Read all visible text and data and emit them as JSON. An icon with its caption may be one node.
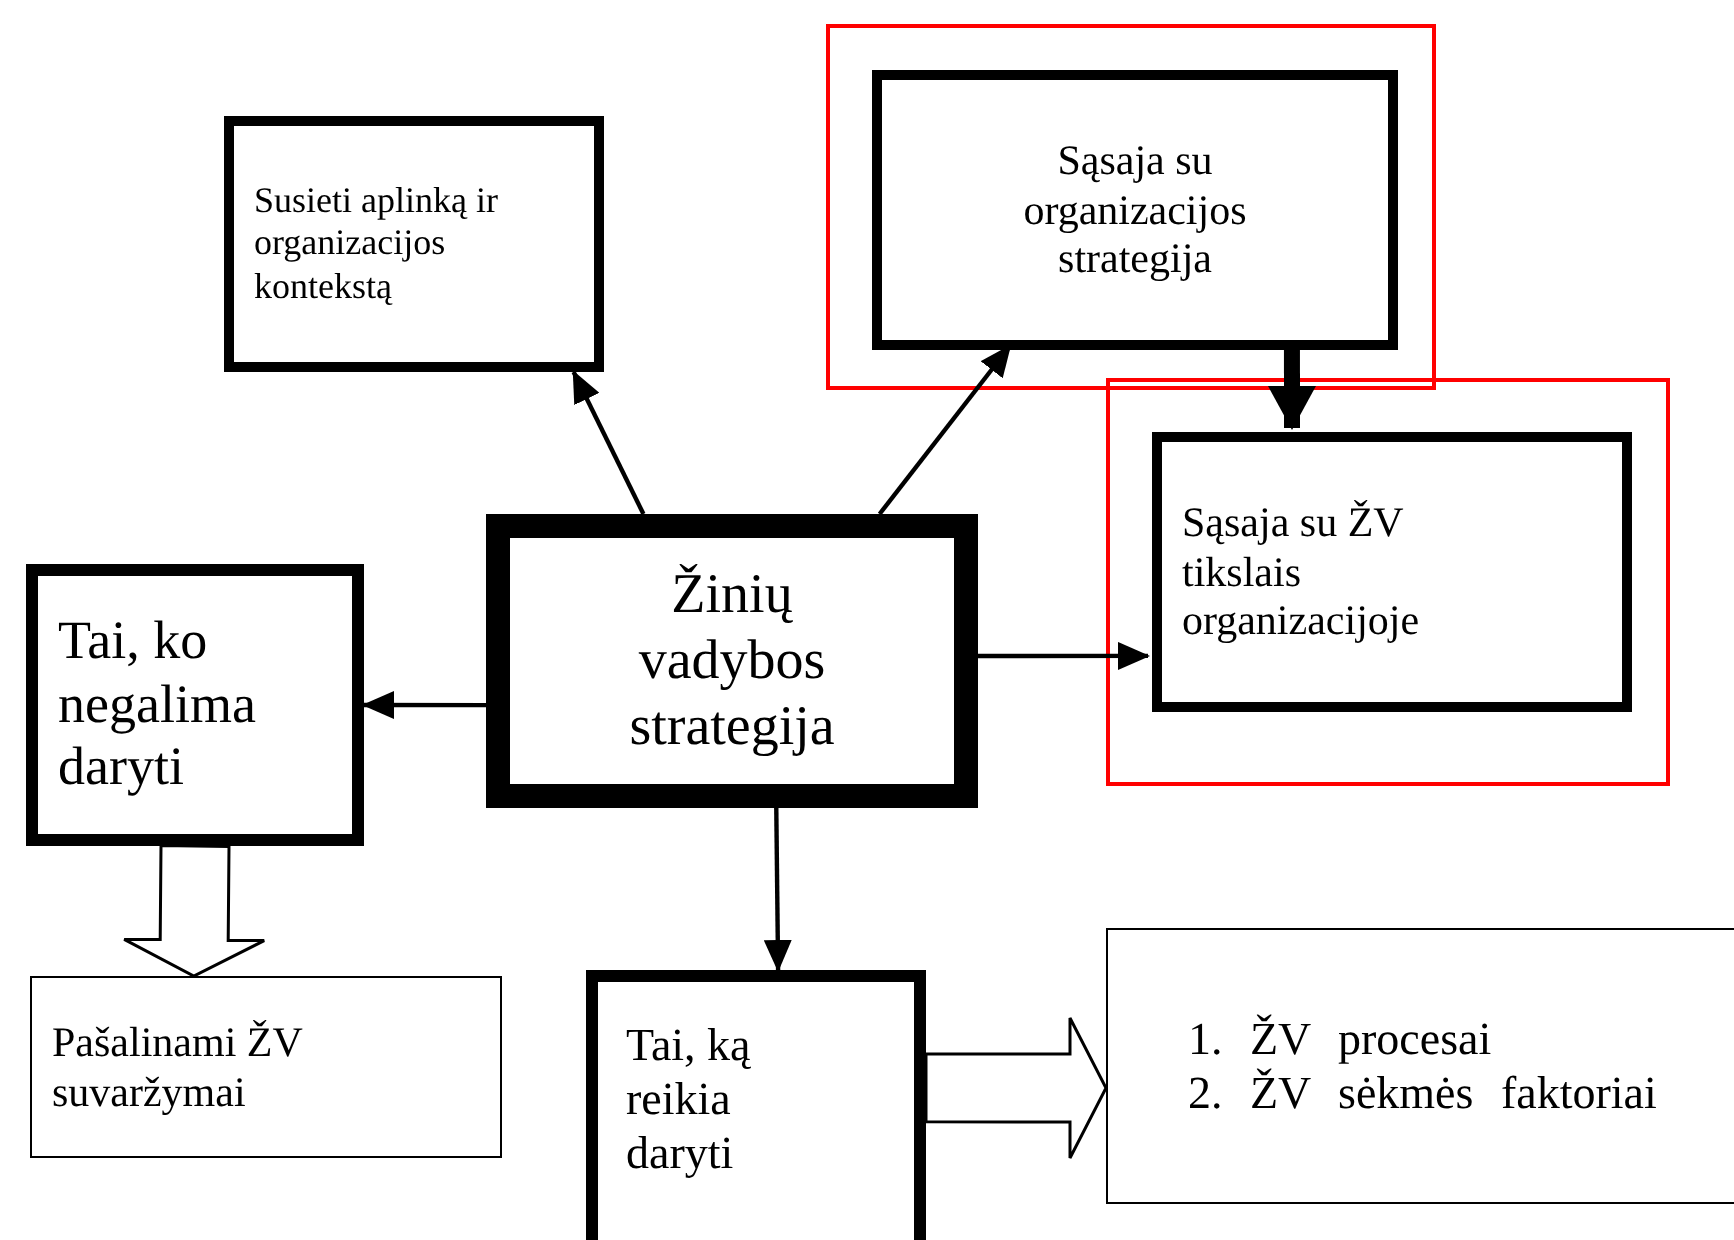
{
  "diagram": {
    "nodes": [
      {
        "text": [
          "Susieti aplinką ir organizacijos kontekstą"
        ]
      },
      {
        "text": [],
        "shape": "box"
      },
      {
        "text": [
          "Sąsaja su organizacijos strategija"
        ],
        "in": 1
      },
      {
        "text": [],
        "shape": "box"
      },
      {
        "text": [
          "Sąsaja su ŽV tikslais organizacijoje"
        ],
        "in": 3
      },
      {
        "text": [
          "Tai, ko negalima daryti"
        ]
      },
      {
        "text": [
          "Žinių vadybos strategija"
        ]
      },
      {
        "text": [
          "Pašalinami ŽV suvaržymai"
        ]
      },
      {
        "text": [
          "Tai, ką reikia daryti"
        ]
      },
      {
        "text": [
          "1. ŽV procesai",
          "2. ŽV sėkmės faktoriai"
        ]
      }
    ],
    "edges": [
      {
        "from": 6,
        "to": 0,
        "arrow": "to"
      },
      {
        "from": 6,
        "to": 2,
        "arrow": "to"
      },
      {
        "from": 2,
        "to": 4,
        "arrow": "to",
        "style": "thick"
      },
      {
        "from": 6,
        "to": 4,
        "arrow": "to"
      },
      {
        "from": 6,
        "to": 5,
        "arrow": "to"
      },
      {
        "from": 6,
        "to": 8,
        "arrow": "to"
      },
      {
        "from": 5,
        "to": 7,
        "arrow": "to",
        "style": "thick"
      },
      {
        "from": 8,
        "to": 9,
        "arrow": "to",
        "style": "thick"
      }
    ]
  }
}
